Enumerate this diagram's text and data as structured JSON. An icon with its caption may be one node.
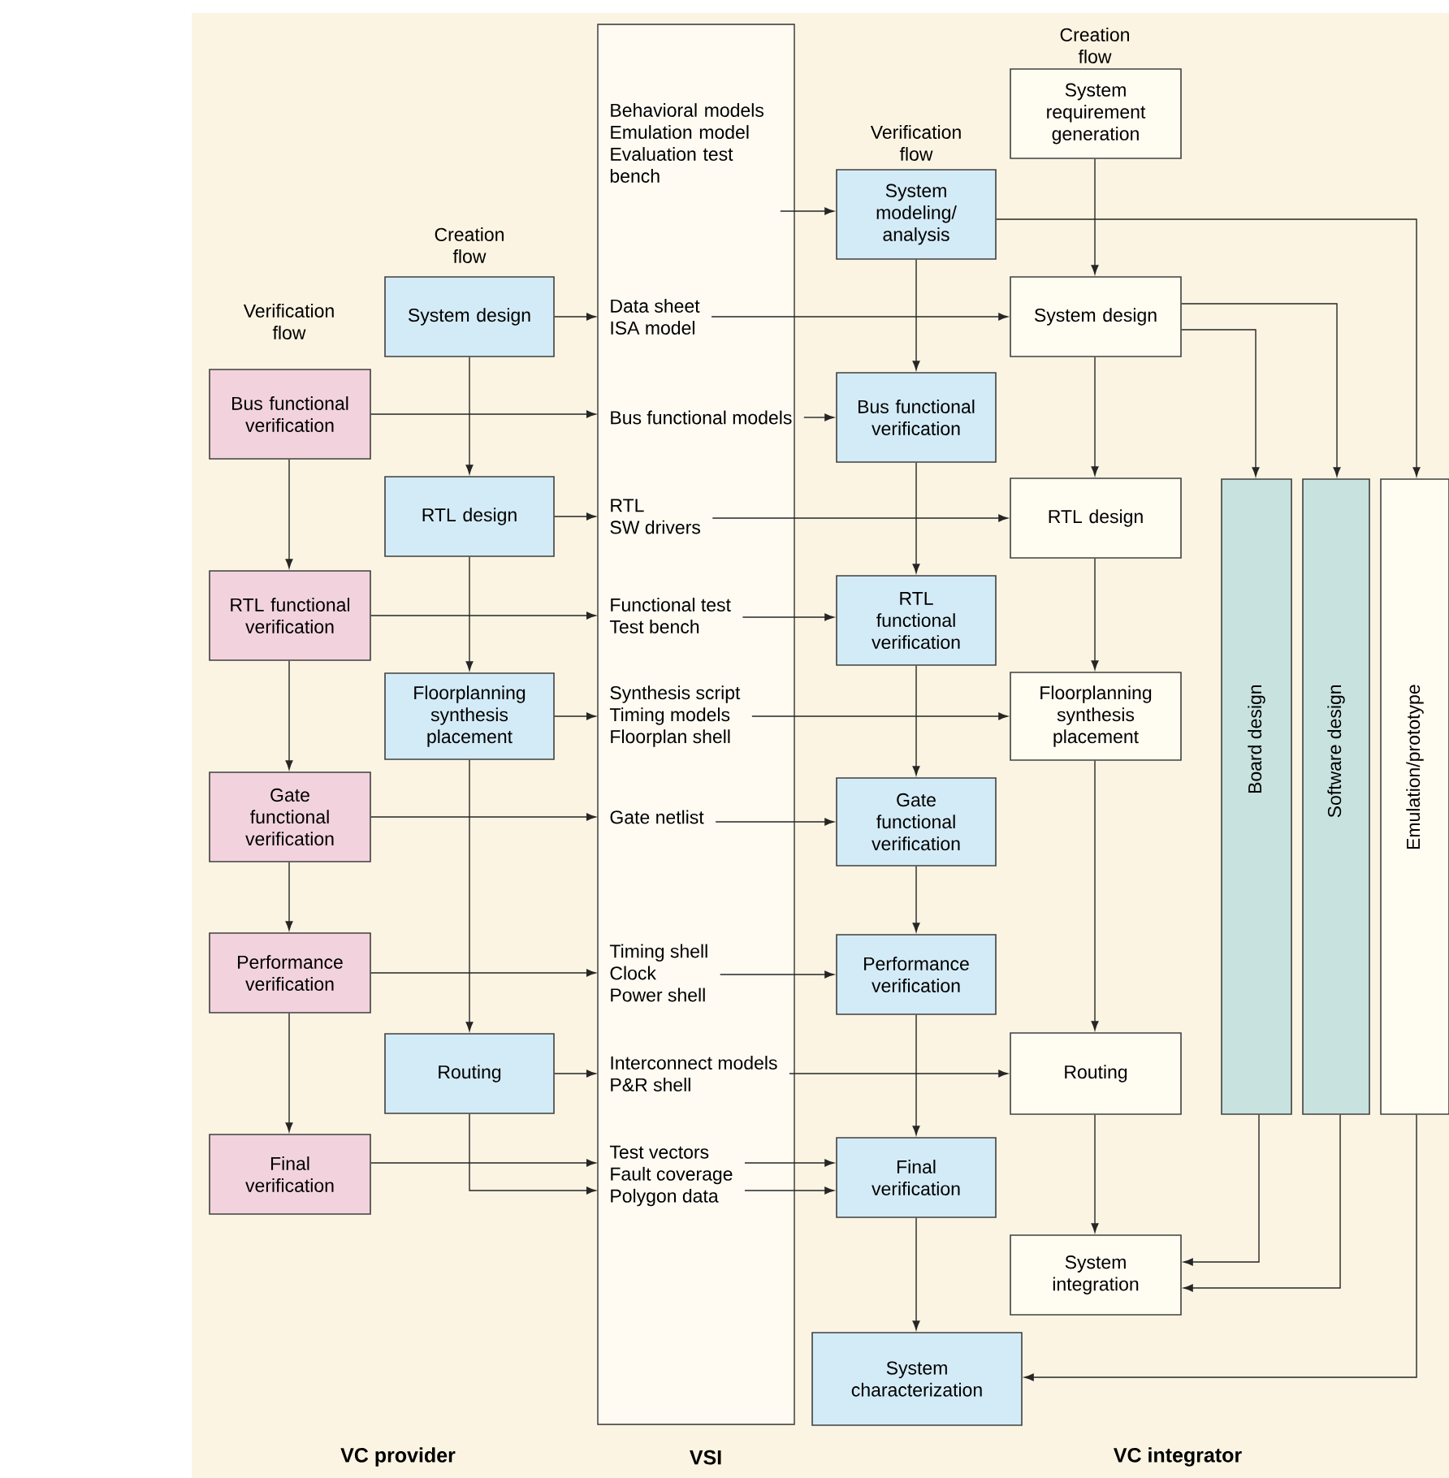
{
  "diagram": {
    "nodes": [
      {
        "text": [
          "VSI"
        ]
      },
      {
        "text": [
          "Behavioral models",
          "Emulation model",
          "Evaluation test bench"
        ],
        "in": 0
      },
      {
        "text": [
          "Data sheet",
          "ISA model"
        ],
        "in": 0
      },
      {
        "text": [
          "Bus functional models"
        ],
        "in": 0
      },
      {
        "text": [
          "RTL",
          "SW drivers"
        ],
        "in": 0
      },
      {
        "text": [
          "Functional test",
          "Test bench"
        ],
        "in": 0
      },
      {
        "text": [
          "Synthesis script",
          "Timing models",
          "Floorplan shell"
        ],
        "in": 0
      },
      {
        "text": [
          "Gate netlist"
        ],
        "in": 0
      },
      {
        "text": [
          "Timing shell",
          "Clock",
          "Power shell"
        ],
        "in": 0
      },
      {
        "text": [
          "Interconnect models",
          "P&R shell"
        ],
        "in": 0
      },
      {
        "text": [
          "Test vectors",
          "Fault coverage",
          "Polygon data"
        ],
        "in": 0
      },
      {
        "text": [
          "Bus functional verification"
        ]
      },
      {
        "text": [
          "RTL functional verification"
        ]
      },
      {
        "text": [
          "Gate functional verification"
        ]
      },
      {
        "text": [
          "Performance verification"
        ]
      },
      {
        "text": [
          "Final verification"
        ]
      },
      {
        "text": [
          "System design"
        ]
      },
      {
        "text": [
          "RTL design"
        ]
      },
      {
        "text": [
          "Floorplanning synthesis placement"
        ]
      },
      {
        "text": [
          "Routing"
        ]
      },
      {
        "text": [
          "System modeling/ analysis"
        ]
      },
      {
        "text": [
          "Bus functional verification"
        ]
      },
      {
        "text": [
          "RTL functional verification"
        ]
      },
      {
        "text": [
          "Gate functional verification"
        ]
      },
      {
        "text": [
          "Performance verification"
        ]
      },
      {
        "text": [
          "Final verification"
        ]
      },
      {
        "text": [
          "System characterization"
        ]
      },
      {
        "text": [
          "System requirement generation"
        ]
      },
      {
        "text": [
          "System design"
        ]
      },
      {
        "text": [
          "RTL design"
        ]
      },
      {
        "text": [
          "Floorplanning synthesis placement"
        ]
      },
      {
        "text": [
          "Routing"
        ]
      },
      {
        "text": [
          "System integration"
        ]
      },
      {
        "text": [
          "Board design"
        ]
      },
      {
        "text": [
          "Software design"
        ]
      },
      {
        "text": [
          "Emulation/prototype"
        ]
      }
    ],
    "edges": [
      {
        "from": 11,
        "to": 12,
        "arrow": "to"
      },
      {
        "from": 12,
        "to": 13,
        "arrow": "to"
      },
      {
        "from": 13,
        "to": 14,
        "arrow": "to"
      },
      {
        "from": 14,
        "to": 15,
        "arrow": "to"
      },
      {
        "from": 11,
        "to": 3,
        "arrow": "to"
      },
      {
        "from": 12,
        "to": 5,
        "arrow": "to"
      },
      {
        "from": 13,
        "to": 7,
        "arrow": "to"
      },
      {
        "from": 14,
        "to": 8,
        "arrow": "to"
      },
      {
        "from": 15,
        "to": 10,
        "arrow": "to"
      },
      {
        "from": 16,
        "to": 17,
        "arrow": "to"
      },
      {
        "from": 17,
        "to": 18,
        "arrow": "to"
      },
      {
        "from": 18,
        "to": 19,
        "arrow": "to"
      },
      {
        "from": 16,
        "to": 2,
        "arrow": "to"
      },
      {
        "from": 17,
        "to": 4,
        "arrow": "to"
      },
      {
        "from": 18,
        "to": 6,
        "arrow": "to"
      },
      {
        "from": 19,
        "to": 9,
        "arrow": "to"
      },
      {
        "from": 19,
        "to": 10,
        "arrow": "to"
      },
      {
        "from": 1,
        "to": 20,
        "arrow": "to"
      },
      {
        "from": 3,
        "to": 21,
        "arrow": "to"
      },
      {
        "from": 5,
        "to": 22,
        "arrow": "to"
      },
      {
        "from": 7,
        "to": 23,
        "arrow": "to"
      },
      {
        "from": 8,
        "to": 24,
        "arrow": "to"
      },
      {
        "from": 10,
        "to": 25,
        "arrow": "to"
      },
      {
        "from": 10,
        "to": 25,
        "arrow": "to"
      },
      {
        "from": 20,
        "to": 21,
        "arrow": "to"
      },
      {
        "from": 21,
        "to": 22,
        "arrow": "to"
      },
      {
        "from": 22,
        "to": 23,
        "arrow": "to"
      },
      {
        "from": 23,
        "to": 24,
        "arrow": "to"
      },
      {
        "from": 24,
        "to": 25,
        "arrow": "to"
      },
      {
        "from": 25,
        "to": 26,
        "arrow": "to"
      },
      {
        "from": 2,
        "to": 28,
        "arrow": "to"
      },
      {
        "from": 4,
        "to": 29,
        "arrow": "to"
      },
      {
        "from": 6,
        "to": 30,
        "arrow": "to"
      },
      {
        "from": 9,
        "to": 31,
        "arrow": "to"
      },
      {
        "from": 20,
        "to": 35,
        "arrow": "to"
      },
      {
        "from": 27,
        "to": 28,
        "arrow": "to"
      },
      {
        "from": 28,
        "to": 29,
        "arrow": "to"
      },
      {
        "from": 29,
        "to": 30,
        "arrow": "to"
      },
      {
        "from": 30,
        "to": 31,
        "arrow": "to"
      },
      {
        "from": 31,
        "to": 32,
        "arrow": "to"
      },
      {
        "from": 28,
        "to": 33,
        "arrow": "to"
      },
      {
        "from": 28,
        "to": 34,
        "arrow": "to"
      },
      {
        "from": 33,
        "to": 32,
        "arrow": "to"
      },
      {
        "from": 34,
        "to": 32,
        "arrow": "to"
      },
      {
        "from": 35,
        "to": 26,
        "arrow": "to"
      }
    ],
    "labels": [
      "Creation flow",
      "Verification flow",
      "Creation flow",
      "Verification flow",
      "VC provider",
      "VC integrator"
    ]
  }
}
